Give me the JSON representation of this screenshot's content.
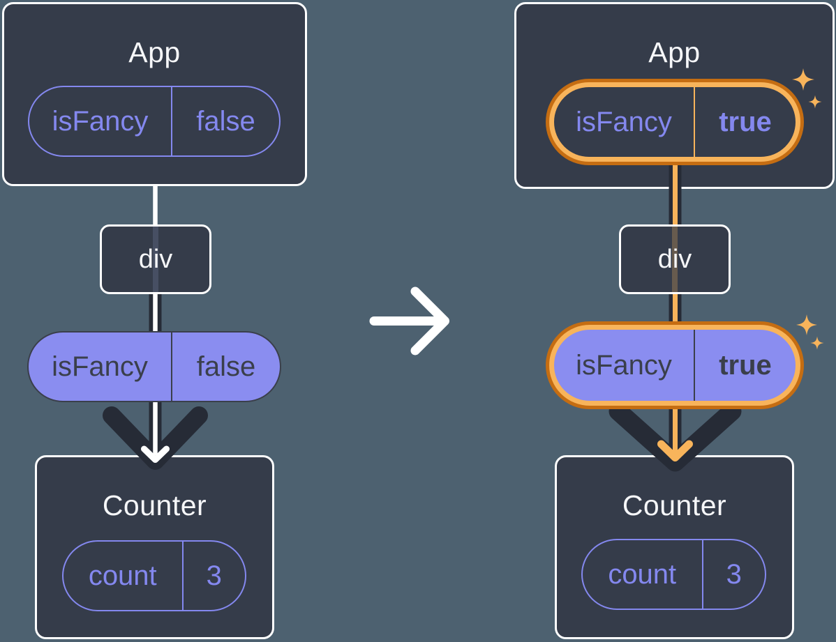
{
  "colors": {
    "background": "#4d6170",
    "card_fill": "#353c4a",
    "card_border": "#ffffff",
    "purple_accent": "#8488ef",
    "purple_pill_fill": "#8a8df0",
    "dark_ink": "#262b36",
    "pill_ink": "#3a3f4b",
    "highlight_orange_dark": "#c56d12",
    "highlight_orange_light": "#f8b45b",
    "text_light": "#f6f7f9"
  },
  "left": {
    "app": {
      "title": "App",
      "prop": {
        "name": "isFancy",
        "value": "false"
      }
    },
    "div_node": {
      "label": "div"
    },
    "prop_pill": {
      "name": "isFancy",
      "value": "false"
    },
    "counter": {
      "title": "Counter",
      "state": {
        "name": "count",
        "value": "3"
      }
    }
  },
  "right": {
    "app": {
      "title": "App",
      "prop": {
        "name": "isFancy",
        "value": "true"
      }
    },
    "div_node": {
      "label": "div"
    },
    "prop_pill": {
      "name": "isFancy",
      "value": "true"
    },
    "counter": {
      "title": "Counter",
      "state": {
        "name": "count",
        "value": "3"
      }
    }
  }
}
